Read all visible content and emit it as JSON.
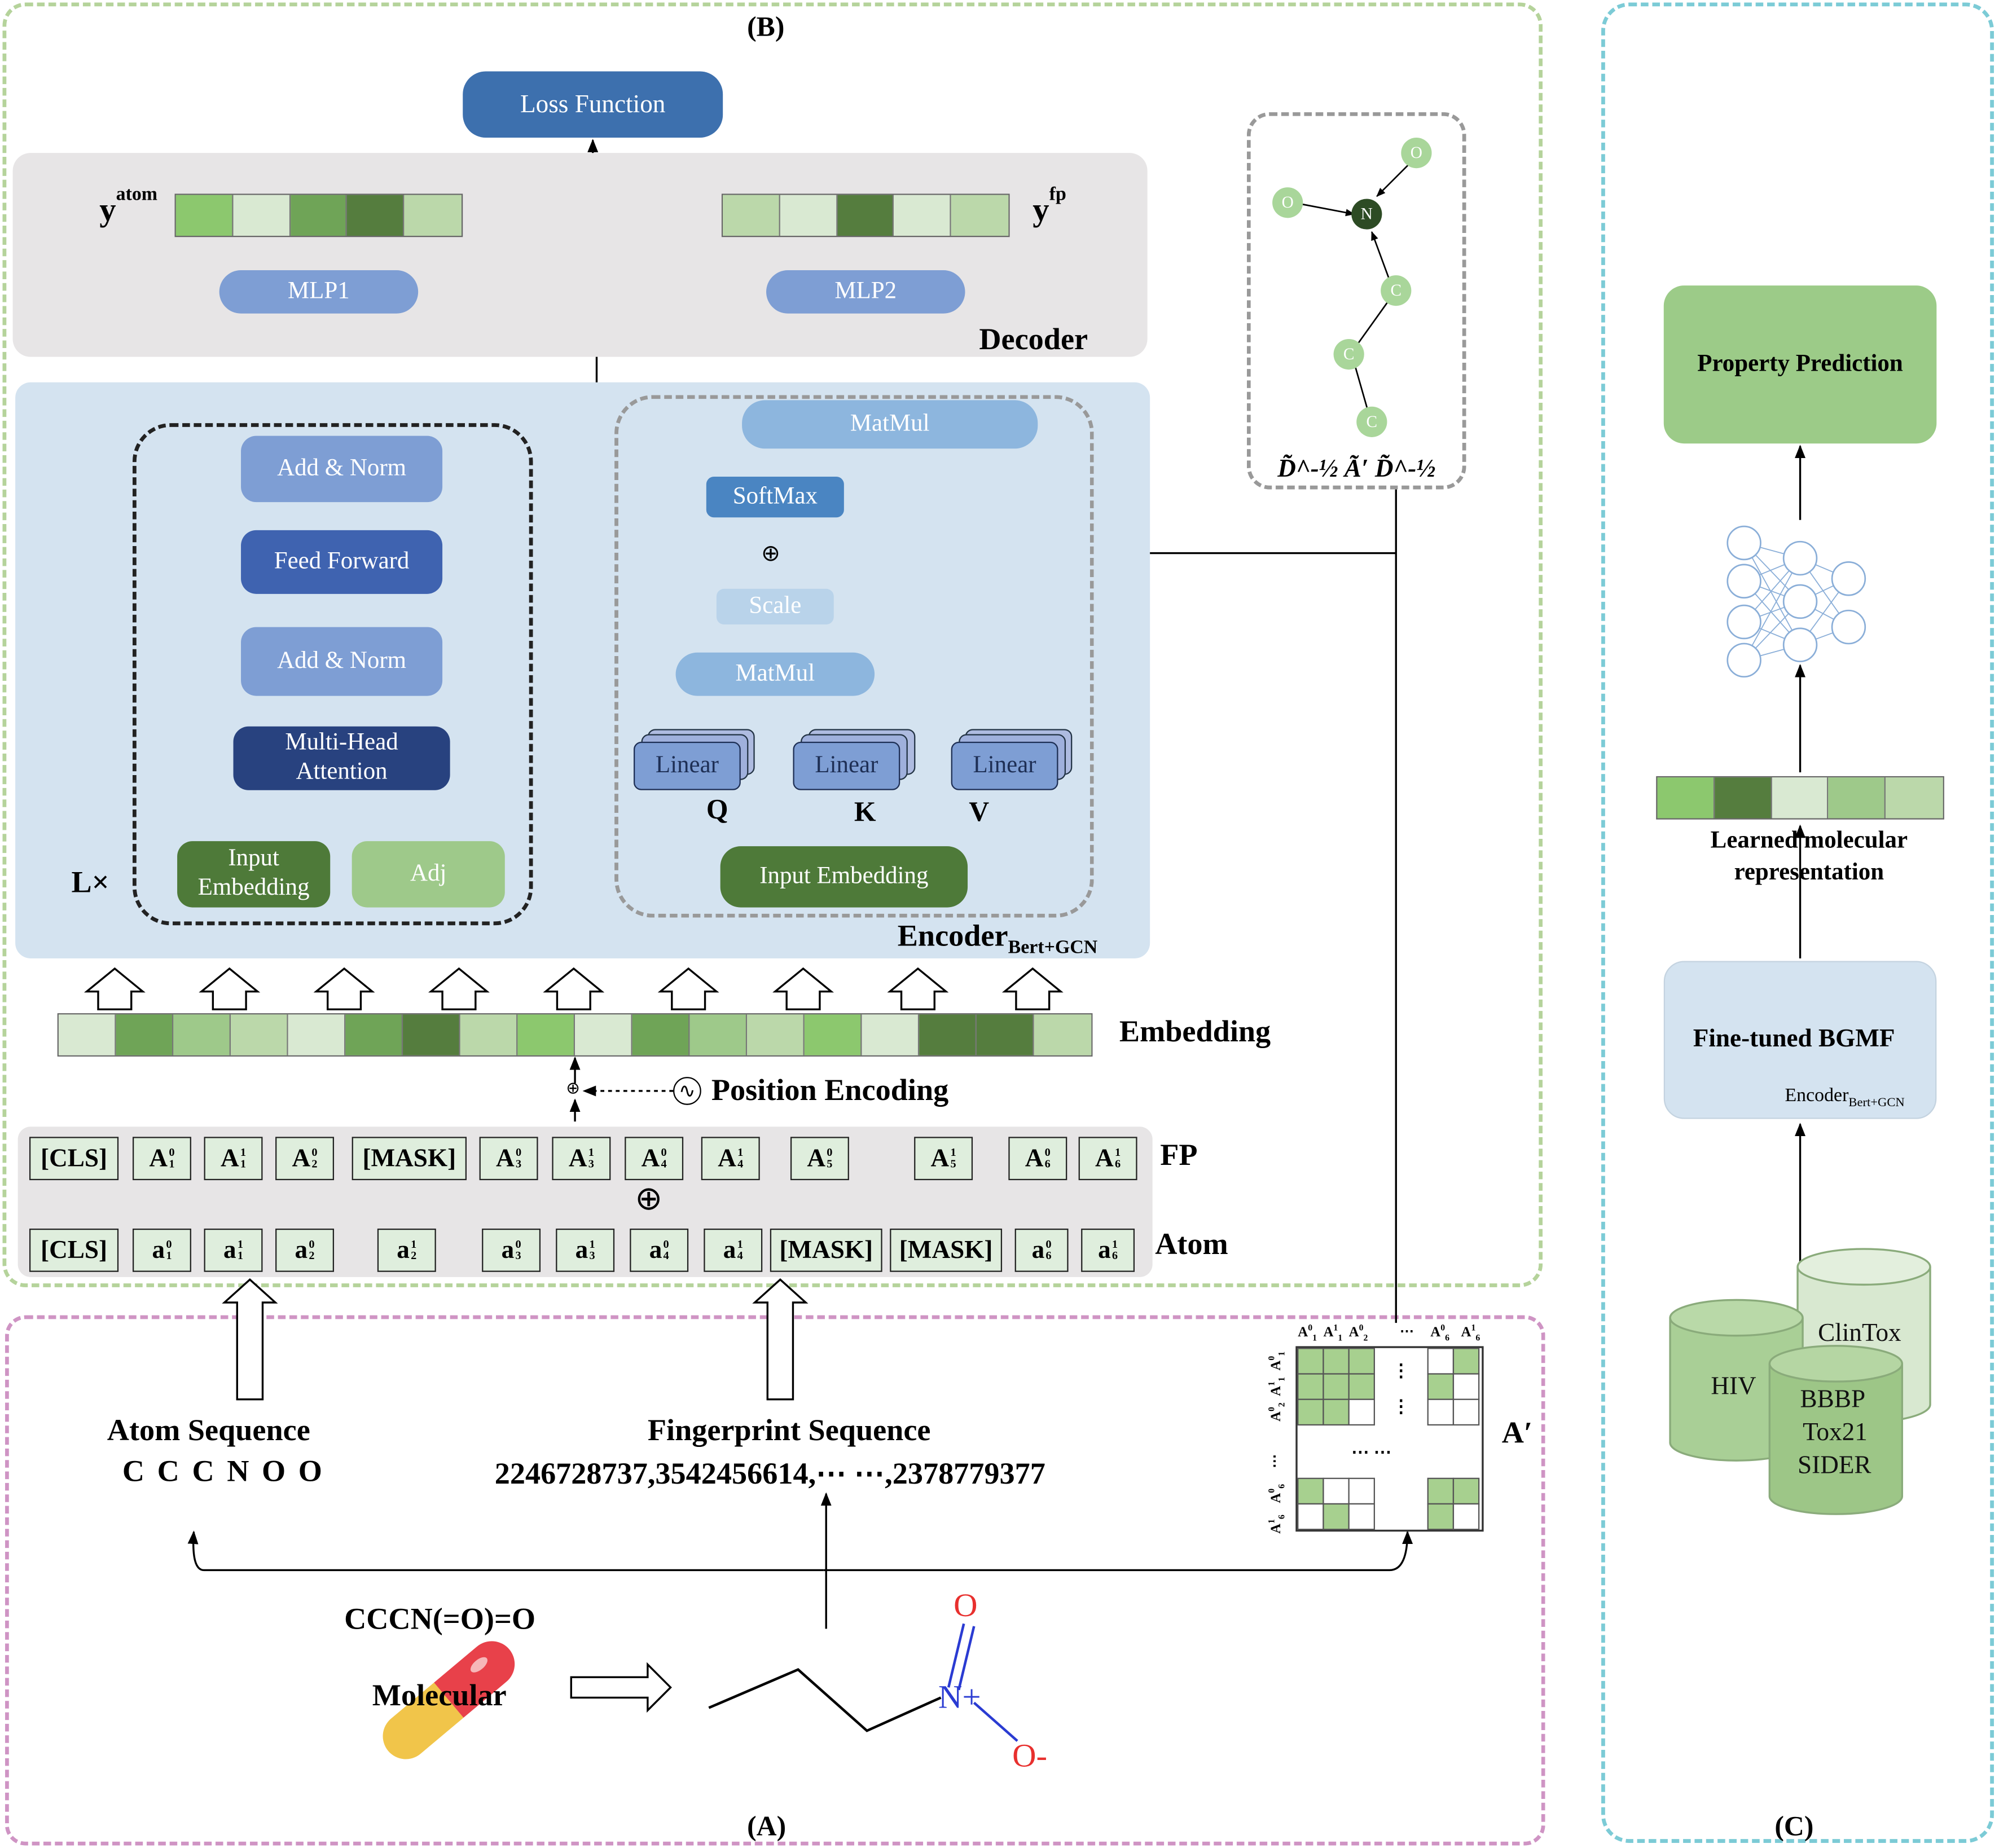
{
  "panel_labels": {
    "a": "(A)",
    "b": "(B)",
    "c": "(C)"
  },
  "decoder": {
    "loss": "Loss Function",
    "y_atom": "y",
    "y_atom_sup": "atom",
    "y_fp": "y",
    "y_fp_sup": "fp",
    "mlp1": "MLP1",
    "mlp2": "MLP2",
    "title": "Decoder",
    "y_atom_colors": [
      "#8cc86e",
      "#d9e9d2",
      "#6fa457",
      "#557d3e",
      "#bbd8aa"
    ],
    "y_fp_colors": [
      "#bbd8aa",
      "#d9e9d2",
      "#557d3e",
      "#d9e9d2",
      "#bbd8aa"
    ]
  },
  "encoder": {
    "add_norm_top": "Add & Norm",
    "feed_forward": "Feed Forward",
    "add_norm_bottom": "Add & Norm",
    "mha_line1": "Multi-Head",
    "mha_line2": "Attention",
    "input_line1": "Input",
    "input_line2": "Embedding",
    "adj": "Adj",
    "repeat": "L×",
    "title": "Encoder",
    "title_sub": "Bert+GCN"
  },
  "attention": {
    "matmul_top": "MatMul",
    "softmax": "SoftMax",
    "plus": "⊕",
    "scale": "Scale",
    "matmul": "MatMul",
    "linear_q": "Linear",
    "linear_k": "Linear",
    "linear_v": "Linear",
    "q": "Q",
    "k": "K",
    "v": "V",
    "input_embedding": "Input Embedding"
  },
  "graph": {
    "nodes": [
      "O",
      "O",
      "N",
      "C",
      "C",
      "C"
    ],
    "formula": "D̃^-½ Ã′ D̃^-½"
  },
  "embedding": {
    "label": "Embedding",
    "colors": [
      "#d9e9d2",
      "#6fa457",
      "#9ec98a",
      "#bbd8aa",
      "#d9e9d2",
      "#6fa457",
      "#557d3e",
      "#bbd8aa",
      "#8cc86e",
      "#d9e9d2",
      "#6fa457",
      "#9ec98a",
      "#bbd8aa",
      "#8cc86e",
      "#d9e9d2",
      "#557d3e",
      "#557d3e",
      "#bbd8aa"
    ],
    "position_encoding": "Position Encoding",
    "plus": "⊕"
  },
  "fp_row": {
    "label": "FP",
    "tokens": [
      {
        "base": "[CLS]",
        "sup": "",
        "sub": ""
      },
      {
        "base": "A",
        "sup": "0",
        "sub": "1"
      },
      {
        "base": "A",
        "sup": "1",
        "sub": "1"
      },
      {
        "base": "A",
        "sup": "0",
        "sub": "2"
      },
      {
        "base": "[MASK]",
        "sup": "",
        "sub": ""
      },
      {
        "base": "A",
        "sup": "0",
        "sub": "3"
      },
      {
        "base": "A",
        "sup": "1",
        "sub": "3"
      },
      {
        "base": "A",
        "sup": "0",
        "sub": "4"
      },
      {
        "base": "A",
        "sup": "1",
        "sub": "4"
      },
      {
        "base": "A",
        "sup": "0",
        "sub": "5"
      },
      {
        "base": "A",
        "sup": "1",
        "sub": "5"
      },
      {
        "base": "A",
        "sup": "0",
        "sub": "6"
      },
      {
        "base": "A",
        "sup": "1",
        "sub": "6"
      }
    ]
  },
  "atom_row": {
    "label": "Atom",
    "plus": "⊕",
    "tokens": [
      {
        "base": "[CLS]",
        "sup": "",
        "sub": ""
      },
      {
        "base": "a",
        "sup": "0",
        "sub": "1"
      },
      {
        "base": "a",
        "sup": "1",
        "sub": "1"
      },
      {
        "base": "a",
        "sup": "0",
        "sub": "2"
      },
      {
        "base": "a",
        "sup": "1",
        "sub": "2"
      },
      {
        "base": "a",
        "sup": "0",
        "sub": "3"
      },
      {
        "base": "a",
        "sup": "1",
        "sub": "3"
      },
      {
        "base": "a",
        "sup": "0",
        "sub": "4"
      },
      {
        "base": "a",
        "sup": "1",
        "sub": "4"
      },
      {
        "base": "[MASK]",
        "sup": "",
        "sub": ""
      },
      {
        "base": "[MASK]",
        "sup": "",
        "sub": ""
      },
      {
        "base": "a",
        "sup": "0",
        "sub": "6"
      },
      {
        "base": "a",
        "sup": "1",
        "sub": "6"
      }
    ]
  },
  "panel_a": {
    "atom_seq_title": "Atom Sequence",
    "atom_seq": "C C C N O O",
    "fp_seq_title": "Fingerprint Sequence",
    "fp_seq": "2246728737,3542456614,⋯ ⋯,2378779377",
    "smiles": "CCCN(=O)=O",
    "molecular": "Molecular",
    "matrix_label": "A′",
    "matrix_headers": [
      "A",
      "A",
      "A",
      "⋯",
      "A",
      "A"
    ],
    "matrix_header_sup": [
      "0",
      "1",
      "0",
      "",
      "0",
      "1"
    ],
    "matrix_header_sub": [
      "1",
      "1",
      "2",
      "",
      "6",
      "6"
    ],
    "mol_atoms": [
      "O",
      "N+",
      "O-"
    ]
  },
  "panel_c": {
    "property_prediction": "Property Prediction",
    "learned_line1": "Learned molecular",
    "learned_line2": "representation",
    "finetuned": "Fine-tuned BGMF",
    "encoder_label": "Encoder",
    "encoder_sub": "Bert+GCN",
    "rep_colors": [
      "#8cc86e",
      "#557d3e",
      "#d9e9d2",
      "#9ec98a",
      "#bbd8aa"
    ],
    "datasets": [
      "HIV",
      "ClinTox",
      "BBBP",
      "Tox21",
      "SIDER"
    ]
  },
  "colors": {
    "panel_b_border": "#b5d39b",
    "panel_a_border": "#cf94c4",
    "panel_c_border": "#7ccbd6",
    "decoder_bg": "#e7e5e6",
    "encoder_bg": "#d4e3f0",
    "green_dark": "#4e7a39",
    "blue_dark": "#28427f"
  }
}
